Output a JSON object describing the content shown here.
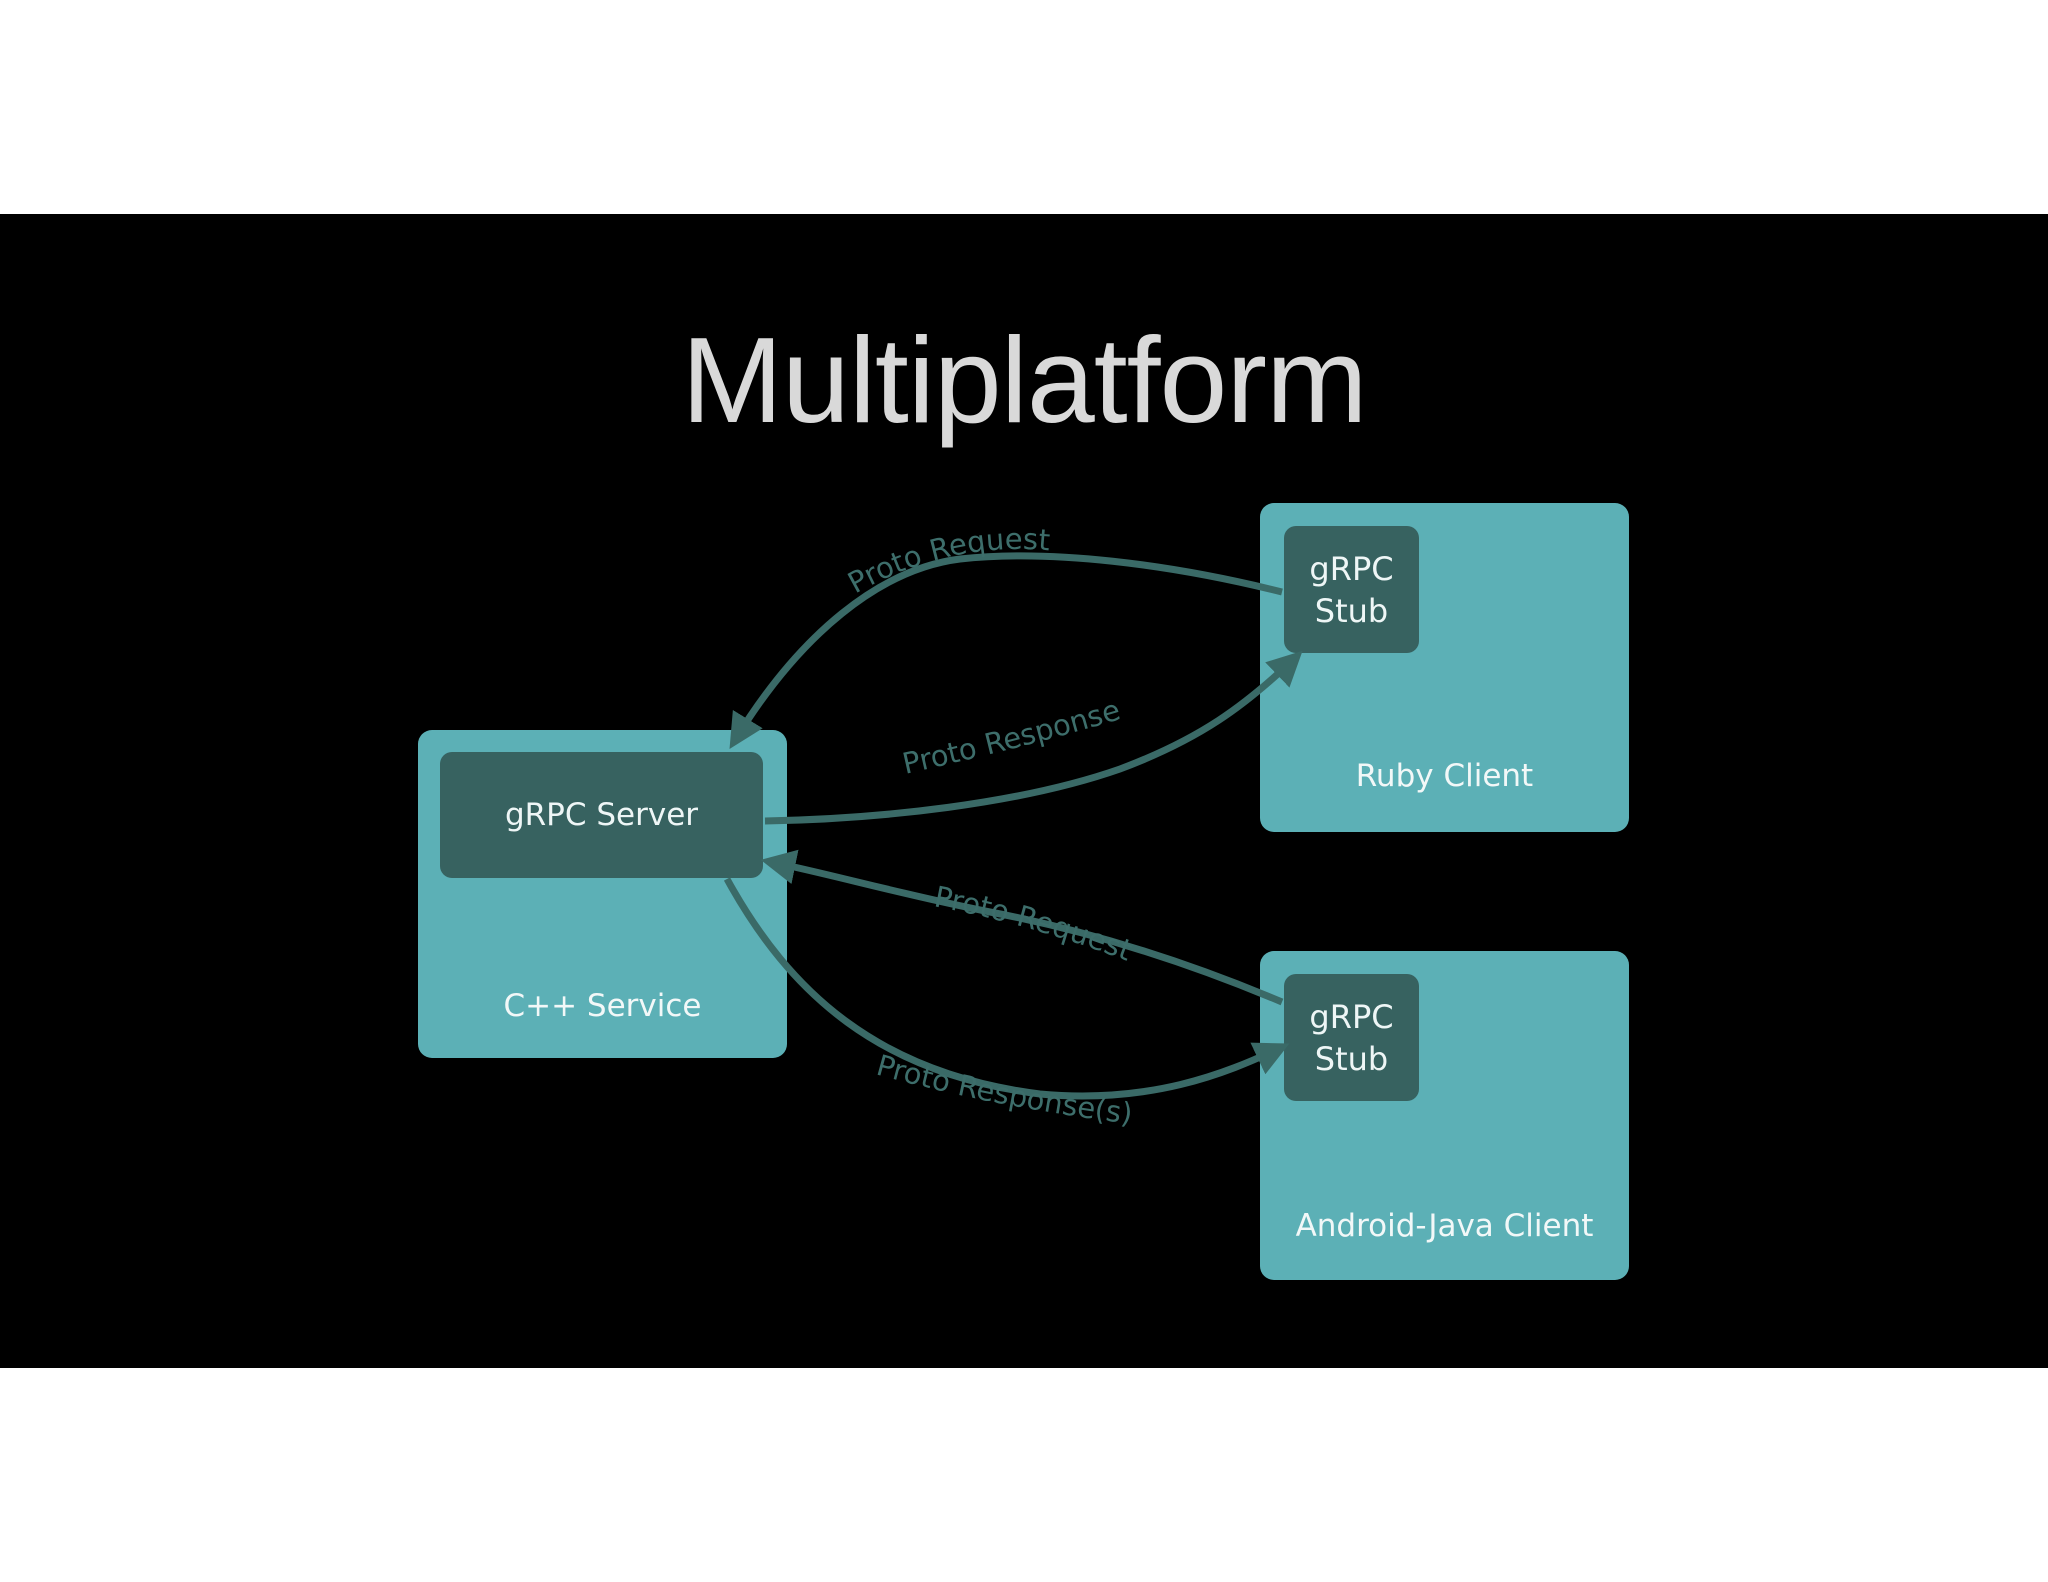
{
  "slide": {
    "title": "Multiplatform"
  },
  "colors": {
    "background": "#000000",
    "box": "#5cb0b6",
    "inner_box": "#376260",
    "arrow": "#3a6a67",
    "title": "#d9d9d9"
  },
  "diagram": {
    "server_box": {
      "inner_label": "gRPC Server",
      "label": "C++ Service"
    },
    "ruby_box": {
      "stub_line1": "gRPC",
      "stub_line2": "Stub",
      "label": "Ruby Client"
    },
    "android_box": {
      "stub_line1": "gRPC",
      "stub_line2": "Stub",
      "label": "Android-Java Client"
    },
    "edges": [
      {
        "label": "Proto Request",
        "from": "ruby-stub",
        "to": "grpc-server"
      },
      {
        "label": "Proto Response",
        "from": "grpc-server",
        "to": "ruby-stub"
      },
      {
        "label": "Proto Request",
        "from": "android-stub",
        "to": "grpc-server"
      },
      {
        "label": "Proto Response(s)",
        "from": "grpc-server",
        "to": "android-stub"
      }
    ]
  }
}
